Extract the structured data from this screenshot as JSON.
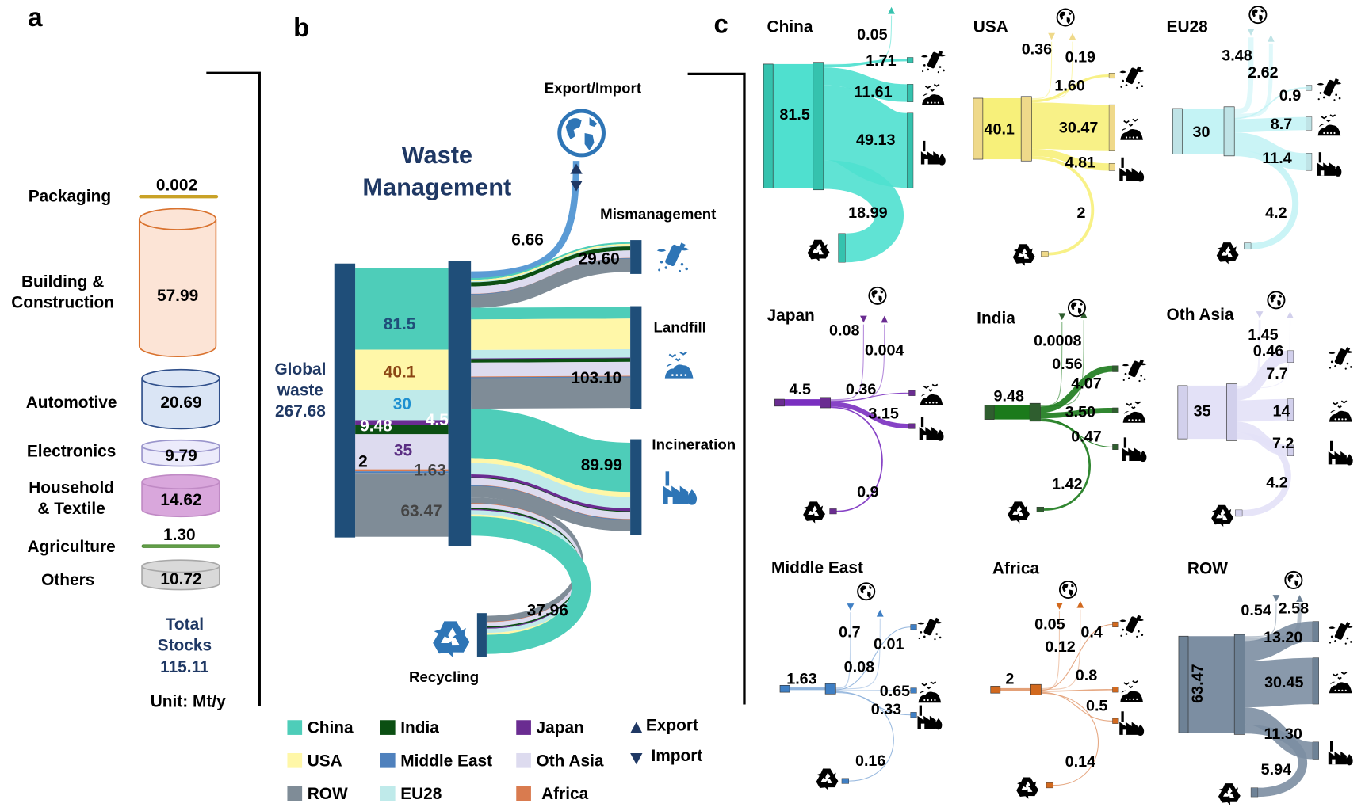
{
  "panel_labels": {
    "a": "a",
    "b": "b",
    "c": "c"
  },
  "panel_a": {
    "sectors": [
      {
        "label_lines": [
          "Packaging"
        ],
        "value": "0.002",
        "fill": "#c9a227",
        "stroke": "#c9a227"
      },
      {
        "label_lines": [
          "Building &",
          "Construction"
        ],
        "value": "57.99",
        "fill": "#fce4d6",
        "stroke": "#d9722e"
      },
      {
        "label_lines": [
          "Automotive"
        ],
        "value": "20.69",
        "fill": "#dae5f5",
        "stroke": "#2f4f8a"
      },
      {
        "label_lines": [
          "Electronics"
        ],
        "value": "9.79",
        "fill": "#ecebfb",
        "stroke": "#9a95cc"
      },
      {
        "label_lines": [
          "Household",
          "& Textile"
        ],
        "value": "14.62",
        "fill": "#d9a7dc",
        "stroke": "#c08ac5"
      },
      {
        "label_lines": [
          "Agriculture"
        ],
        "value": "1.30",
        "fill": "#6aa84f",
        "stroke": "#4e8a36"
      },
      {
        "label_lines": [
          "Others"
        ],
        "value": "10.72",
        "fill": "#d9d9d9",
        "stroke": "#a8a8a8"
      }
    ],
    "total_lines": [
      "Total",
      "Stocks",
      "115.11"
    ],
    "unit": "Unit: Mt/y"
  },
  "panel_b": {
    "title_lines": [
      "Waste",
      "Management"
    ],
    "global_lines": [
      "Global",
      "waste",
      "267.68"
    ],
    "node_color": "#1f4e79",
    "icon_color": "#2e75b6",
    "sources": [
      {
        "region": "China",
        "value": "81.5",
        "label_color": "#1f4e79"
      },
      {
        "region": "USA",
        "value": "40.1",
        "label_color": "#8b4513"
      },
      {
        "region": "EU28",
        "value": "30",
        "label_color": "#1e90d0"
      },
      {
        "region": "Japan",
        "value": "4.5",
        "label_color": "#ffffff"
      },
      {
        "region": "India",
        "value": "9.48",
        "label_color": "#ffffff"
      },
      {
        "region": "Oth Asia",
        "value": "35",
        "label_color": "#5a2d82"
      },
      {
        "region": "Africa",
        "value": "2",
        "label_color": "#000000"
      },
      {
        "region": "Middle East",
        "value": "1.63",
        "label_color": "#444444"
      },
      {
        "region": "ROW",
        "value": "63.47",
        "label_color": "#444444"
      }
    ],
    "destinations": {
      "export": {
        "label": "Export/Import",
        "value": "6.66"
      },
      "mismanagement": {
        "label": "Mismanagement",
        "value": "29.60"
      },
      "landfill": {
        "label": "Landfill",
        "value": "103.10"
      },
      "incineration": {
        "label": "Incineration",
        "value": "89.99"
      },
      "recycling": {
        "label": "Recycling",
        "value": "37.96"
      }
    }
  },
  "legend": {
    "regions": [
      {
        "name": "China",
        "color": "#4ecdb9"
      },
      {
        "name": "USA",
        "color": "#fff7a8"
      },
      {
        "name": "ROW",
        "color": "#7f8c97"
      },
      {
        "name": "India",
        "color": "#0b4f12"
      },
      {
        "name": "Middle East",
        "color": "#4f81bd"
      },
      {
        "name": "EU28",
        "color": "#bfeaea"
      },
      {
        "name": "Japan",
        "color": "#6a2c91"
      },
      {
        "name": "Oth Asia",
        "color": "#dddbef"
      },
      {
        "name": "Africa",
        "color": "#d97b4f"
      }
    ],
    "export": "Export",
    "import": "Import",
    "arrow_color": "#1f3864"
  },
  "panel_c": [
    {
      "region": "China",
      "color": "#4fe0cf",
      "bar_color": "#35c2ae",
      "total": "81.5",
      "flows": {
        "export": "0.05",
        "mismanagement": "1.71",
        "landfill": "11.61",
        "incineration": "49.13",
        "recycling": "18.99"
      }
    },
    {
      "region": "USA",
      "color": "#f7f07a",
      "bar_color": "#efd98a",
      "total": "40.1",
      "flows": {
        "import": "0.36",
        "export": "0.19",
        "mismanagement": "1.60",
        "landfill": "30.47",
        "incineration": "4.81",
        "recycling": "2"
      }
    },
    {
      "region": "EU28",
      "color": "#c4f3f5",
      "bar_color": "#bfe3e6",
      "total": "30",
      "flows": {
        "import": "3.48",
        "export": "2.62",
        "mismanagement": "0.9",
        "landfill": "8.7",
        "incineration": "11.4",
        "recycling": "4.2"
      }
    },
    {
      "region": "Japan",
      "color": "#7a2fc0",
      "bar_color": "#6a2c91",
      "total": "4.5",
      "flows": {
        "import": "0.08",
        "export": "0.004",
        "landfill": "0.36",
        "incineration": "3.15",
        "recycling": "0.9"
      }
    },
    {
      "region": "India",
      "color": "#1b7a1b",
      "bar_color": "#2f5e2f",
      "total": "9.48",
      "flows": {
        "import": "0.0008",
        "export": "0.56",
        "mismanagement": "4.07",
        "landfill": "3.50",
        "incineration": "0.47",
        "recycling": "1.42"
      }
    },
    {
      "region": "Oth Asia",
      "color": "#e3e1f7",
      "bar_color": "#d2d0ec",
      "total": "35",
      "flows": {
        "import": "1.45",
        "export": "0.46",
        "mismanagement": "7.7",
        "landfill": "14",
        "incineration": "7.2",
        "recycling": "4.2"
      }
    },
    {
      "region": "Middle East",
      "color": "#8fb3dc",
      "bar_color": "#3f7fc4",
      "total": "1.63",
      "flows": {
        "import": "0.7",
        "export": "0.08",
        "mismanagement": "0.01",
        "landfill": "0.65",
        "incineration": "0.33",
        "recycling": "0.16"
      }
    },
    {
      "region": "Africa",
      "color": "#e3a077",
      "bar_color": "#d2691e",
      "total": "2",
      "flows": {
        "import": "0.05",
        "export": "0.12",
        "mismanagement": "0.4",
        "landfill": "0.8",
        "incineration": "0.5",
        "recycling": "0.14"
      }
    },
    {
      "region": "ROW",
      "color": "#7c8ea2",
      "bar_color": "#6e8296",
      "total": "63.47",
      "flows": {
        "import": "0.54",
        "export": "2.58",
        "mismanagement": "13.20",
        "landfill": "30.45",
        "incineration": "11.30",
        "recycling": "5.94"
      }
    }
  ]
}
